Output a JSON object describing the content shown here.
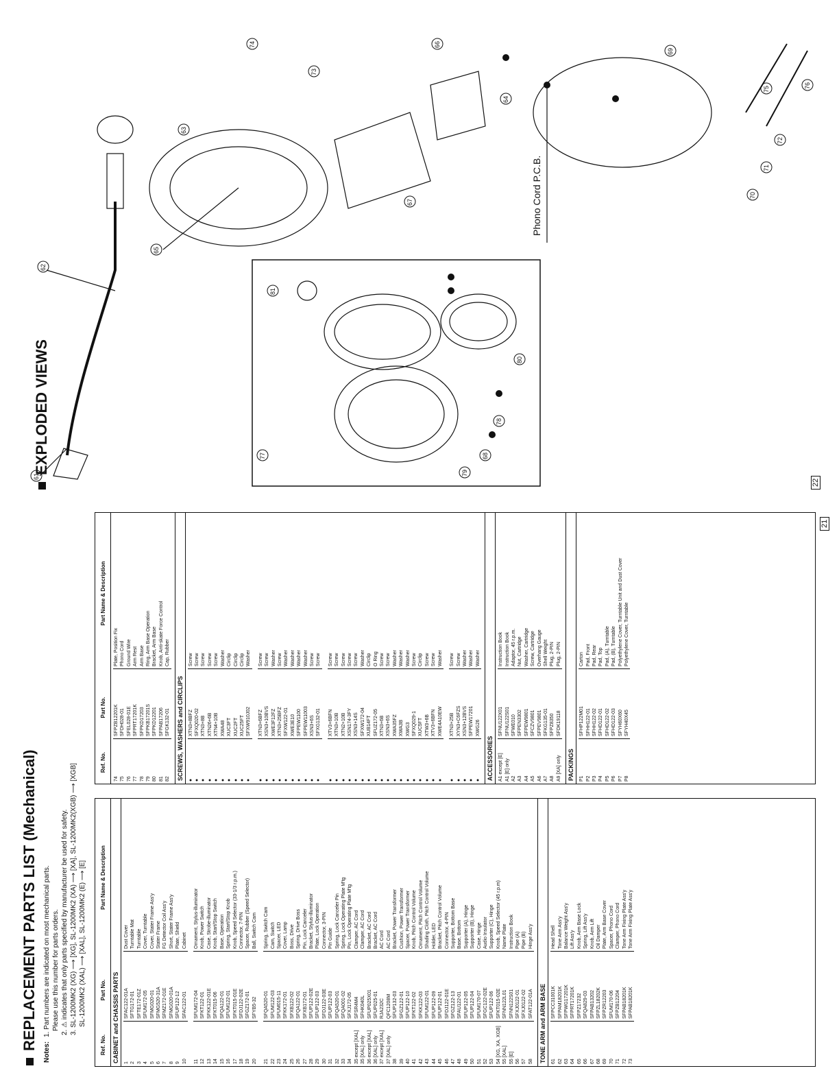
{
  "parts_list": {
    "title": "REPLACEMENT PARTS LIST (Mechanical)",
    "notes": {
      "label": "Notes:",
      "n1": "1. Part numbers are indicated on most mechanical parts.",
      "n1b": "Please use this number for parts orders.",
      "n2": "2. ⚠ indicates that only parts specified by manufacturer be used for safety.",
      "n3a": "3. SL-1200MK2 (XG) ⟶ [XG],   SL-1200MK2 (XA) ⟶ [XA],   SL-1200MK2(XGB) ⟶ [XGB]",
      "n3b": "SL-1200MK2 (XAL) ⟶ [XAL],   SL-1200MK2 (E) ⟶ [E]"
    },
    "headers": {
      "ref": "Ref. No.",
      "part": "Part No.",
      "desc": "Part Name & Description"
    },
    "table1": {
      "section1": "CABINET and CHASSIS PARTS",
      "rows1": [
        [
          "1",
          "SFAC122-01A",
          "Dust Cover"
        ],
        [
          "2",
          "SFTG172-01",
          "Turntable Mat"
        ],
        [
          "3",
          "SFTE172-01Z",
          "Turntable"
        ],
        [
          "4",
          "SFUM172-05",
          "Cover, Turntable"
        ],
        [
          "5",
          "SFMG020-01",
          "Cover, Stater Frame Ass'y"
        ],
        [
          "6",
          "SFMG520-31A",
          "Stater Frame"
        ],
        [
          "7",
          "SFMZ172-01E",
          "FG Detector Coil Ass'y"
        ],
        [
          "8",
          "SFMG020-01A",
          "Short, Stater Frame Ass'y"
        ],
        [
          "9",
          "SFUP122-12",
          "Plate, Shield"
        ],
        [
          "10",
          "SFAC122-01",
          "Cabinet"
        ]
      ],
      "rows2": [
        [
          "11",
          "SFUM172-04",
          "Ornament, Stylus-illuminator"
        ],
        [
          "12",
          "SFKT122-01",
          "Knob, Power Switch"
        ],
        [
          "13",
          "SFKK122-01E",
          "Case, Strobe-illuminator"
        ],
        [
          "14",
          "SFKT015-06",
          "Knob, Start/Stop Switch"
        ],
        [
          "15",
          "SFQA122-01",
          "Base, Operation"
        ],
        [
          "16",
          "SFUM122-01",
          "Spring, Start/Stop Knob"
        ],
        [
          "17",
          "SFKT015-01E",
          "Knob, Speed Selector (33-1/3 r.p.m.)"
        ],
        [
          "18",
          "SFDJ122-02E",
          "Connector, 7-PIN"
        ],
        [
          "19",
          "SFGZ172-01",
          "Spacer, Rubber (Speed Selector)"
        ],
        [
          "20",
          "SFYB5-32",
          "Ball, Switch Cam"
        ]
      ],
      "rows3": [
        [
          "21",
          "SFQA520-01",
          "Spring, Switch Cam"
        ],
        [
          "22",
          "SFUM122-03",
          "Cam, Switch"
        ],
        [
          "23",
          "SFUM015-11",
          "Spacer, LED"
        ],
        [
          "24",
          "SFKK172-01",
          "Cover, Lamp"
        ],
        [
          "25",
          "SFXB122-02",
          "Boss, Drive"
        ],
        [
          "26",
          "SFQA122-01",
          "Spring, Drive Boss"
        ],
        [
          "27",
          "SFXB172-01",
          "Pin, Lock Canceler"
        ],
        [
          "28",
          "SFUP122-02E",
          "Bracket, Stylus-illuminator"
        ],
        [
          "29",
          "SFUP122-03",
          "Plate, Lock Operation"
        ],
        [
          "30",
          "SFDJ122-03E",
          "Connector, 3-PIN"
        ],
        [
          "31",
          "SFUP122-03",
          "Pin Guide"
        ],
        [
          "32",
          "SFQA520-01",
          "Spring, Lock Canceler Pin"
        ],
        [
          "33",
          "SFQA001-02",
          "Spring, Lock Operating Plate M'tg"
        ],
        [
          "34",
          "SFXJ172-05",
          "Pin, Lock Operating Plate M'tg"
        ],
        [
          "35 except [XAL]",
          "SFSR4M4",
          "Clamper, AC Cord"
        ],
        [
          "35 [XAL] only",
          "SFHK040L",
          "Clamper, AC Cord"
        ],
        [
          "36 except [XAL]",
          "SFUP025X01",
          "Bracket, AC Cord"
        ],
        [
          "36 [XAL] only",
          "SFUP025-01",
          "Bracket, AC Cord"
        ],
        [
          "37 except [XAL]",
          "RJA232C",
          "AC Cord"
        ],
        [
          "37 [XAL] only",
          "QFC1208M",
          "AC Cord"
        ],
        [
          "38",
          "SFUP132-03",
          "Bracket, Power Transformer"
        ],
        [
          "39",
          "SFGZ122-01",
          "Cushion, Power Transformer"
        ],
        [
          "40",
          "SFUP122-10",
          "Spacer, Power Transformer"
        ],
        [
          "41",
          "SFKT122-02",
          "Knob, Pitch Control Volume"
        ],
        [
          "42",
          "SFKK122-03",
          "Ornament, Pitch Control Volume"
        ],
        [
          "43",
          "SFUM122-01",
          "Shading Cloth, Pitch Control Volume"
        ],
        [
          "44",
          "SFUP122-09",
          "Holder, LED"
        ],
        [
          "45",
          "SFUP122-01",
          "Bracket, Pitch Control Volume"
        ],
        [
          "46",
          "SFDJ122-01E",
          "Connector, 4-PIN"
        ],
        [
          "47",
          "SFGZ122-13",
          "Supporter, Bottom Base"
        ],
        [
          "48",
          "SFAU122-01",
          "Base, Bottom"
        ],
        [
          "49",
          "SFUP122-05",
          "Supporter (A), Hinge"
        ],
        [
          "50",
          "SFUP122-04",
          "Supporter (B), Hinge"
        ],
        [
          "51",
          "SFUM170-07",
          "Case, Hinge"
        ],
        [
          "52",
          "SFGC122-02E",
          "Audio Insulator"
        ],
        [
          "53",
          "SFUP122-06",
          "Supporter (C), Hinge"
        ],
        [
          "54 [XG, XA, XGB]",
          "SFKT015-02E",
          "Knob, Speed Selector (45 r.p.m)"
        ],
        [
          "55 [XAL]",
          "SFNN122L01",
          "Name Plate"
        ],
        [
          "55 [E]",
          "SFNN122S01",
          "Instruction Book"
        ],
        [
          "56",
          "SFXJ0122-01",
          "Pipe (A)"
        ],
        [
          "57",
          "SFXJ0122-02",
          "Pipe (B)"
        ],
        [
          "58",
          "SFAT122-01A",
          "Hinge Ass'y"
        ]
      ],
      "section2": "TONE ARM and ARM BASE",
      "rows4": [
        [
          "61",
          "SFPCC31001K",
          "Head Shell"
        ],
        [
          "62",
          "SFPAM18201K",
          "Tone Arm Ass'y"
        ],
        [
          "63",
          "SFPWG17201K",
          "Balance Weight Ass'y"
        ],
        [
          "64",
          "SFPRT17201K",
          "Lift Ass'y"
        ],
        [
          "65",
          "SFPZ17232",
          "Knob, Arm Base Lock"
        ],
        [
          "66",
          "SFQA829-03",
          "Spring, Lift Ass'y"
        ],
        [
          "67",
          "SFPAB13202",
          "Knob, Arm Lift"
        ],
        [
          "68",
          "SFPZL18202K",
          "Oil Damper"
        ],
        [
          "69",
          "SFPZR12203",
          "Plate, Arm Base Cover"
        ],
        [
          "70",
          "SFUM170-06",
          "Spacer, Phono Cord"
        ],
        [
          "71",
          "SFPZB12204",
          "Clamper, Phono Cord"
        ],
        [
          "72",
          "SFPAB18201K",
          "Tone Arm Fixing Plate Ass'y"
        ],
        [
          "73",
          "SFPAB18201K",
          "Tone Arm Fixing Plate Ass'y"
        ]
      ]
    },
    "table2": {
      "rows1": [
        [
          "74",
          "SFPZB12201K",
          "Plate, Position Fix"
        ],
        [
          "75",
          "SFDH028-01",
          "Phono Cord"
        ],
        [
          "76",
          "SFEL028-01E",
          "Ground Wire"
        ],
        [
          "77",
          "SFPRT17201K",
          "Arm Rest"
        ],
        [
          "78",
          "SFPKD17203",
          "Arm Base"
        ],
        [
          "79",
          "SFPKB17201S",
          "Ring, Arm Base Operation"
        ],
        [
          "80",
          "SFPKD12201",
          "Bracket, Arm Base"
        ],
        [
          "81",
          "SFPAB17206",
          "Knob, Anti-skate Force Control"
        ],
        [
          "82",
          "SFGK132-01",
          "Cap, Rubber"
        ]
      ],
      "section1": "SCREWS, WASHERS and CIRCLIPS",
      "rows2": [
        [
          "●",
          "XTN3+8BFZ",
          "Screw"
        ],
        [
          "●",
          "SFXQ020-02",
          "Screw"
        ],
        [
          "●",
          "XTN3+8B",
          "Screw"
        ],
        [
          "●",
          "XTN26+6B",
          "Screw"
        ],
        [
          "●",
          "XTN4+10B",
          "Screw"
        ],
        [
          "●",
          "XWA48",
          "Washer"
        ],
        [
          "●",
          "XUC3FT",
          "Circlip"
        ],
        [
          "●",
          "XUC2FT",
          "Circlip"
        ],
        [
          "●",
          "XUC25FT",
          "Circlip"
        ],
        [
          "●",
          "SFXW910J02",
          "Washer"
        ]
      ],
      "rows3": [
        [
          "●",
          "XTN3+6BFZ",
          "Screw"
        ],
        [
          "●",
          "XSN3+10BVS",
          "Screw"
        ],
        [
          "●",
          "XWE3F12FZ",
          "Washer"
        ],
        [
          "●",
          "XTN3+25BFZ",
          "Screw"
        ],
        [
          "●",
          "SFXW122-01",
          "Washer"
        ],
        [
          "●",
          "XWE3E10",
          "Washer"
        ],
        [
          "●",
          "SFPEW1100",
          "Washer"
        ],
        [
          "●",
          "SFPEW11003",
          "Washer"
        ],
        [
          "●",
          "XSN3+6S",
          "Screw"
        ],
        [
          "●",
          "SFXG132-01",
          "Screw"
        ]
      ],
      "rows4": [
        [
          "●",
          "XTV3+6BFN",
          "Screw"
        ],
        [
          "●",
          "XTN3+10B",
          "Screw"
        ],
        [
          "●",
          "XTN2+10B",
          "Screw"
        ],
        [
          "●",
          "XSN174-3FY",
          "Screw"
        ],
        [
          "●",
          "XSN3+14S",
          "Screw"
        ],
        [
          "●",
          "SFXW172-04",
          "Washer"
        ],
        [
          "●",
          "XUB14FT",
          "Circlip"
        ],
        [
          "●",
          "SFUZ172-05",
          "O Ring"
        ],
        [
          "●",
          "XTN3+6B",
          "Screw"
        ],
        [
          "●",
          "XSN3+6S",
          "Screw"
        ],
        [
          "●",
          "XWA35FZ",
          "Washer"
        ],
        [
          "●",
          "XWA3B",
          "Washer"
        ],
        [
          "●",
          "XWG3",
          "Washer"
        ],
        [
          "●",
          "SFXQ029-1",
          "Screw"
        ],
        [
          "●",
          "XUC5FT",
          "Circlip"
        ],
        [
          "●",
          "XTW3+6B",
          "Screw"
        ],
        [
          "●",
          "XTV3+6BFN",
          "Screw"
        ],
        [
          "●",
          "XWE4A10EW",
          "Washer"
        ]
      ],
      "rows5": [
        [
          "●",
          "XTN3+25B",
          "Screw"
        ],
        [
          "●",
          "XYN3+C6FZS",
          "Screw"
        ],
        [
          "●",
          "XSN3+12BVS",
          "Washer"
        ],
        [
          "●",
          "SFPEW17201",
          "Washer"
        ],
        [
          "●",
          "XWG26",
          "Washer"
        ]
      ],
      "section2": "ACCESSORIES",
      "rows6": [
        [
          "A1 except [E]",
          "SFNU122X01",
          "Instruction Book"
        ],
        [
          "A1 [E] only",
          "SFNU122S01",
          "Instruction Book"
        ],
        [
          "A2",
          "SFWE010",
          "Adaptor, 45 r.p.m."
        ],
        [
          "A3",
          "SFPEN3302",
          "Nut, Cartridge"
        ],
        [
          "A4",
          "SFPEW9801",
          "Washer, Cartridge"
        ],
        [
          "A5",
          "SFCZV9801",
          "Screw, Cartridge"
        ],
        [
          "A6",
          "SFPEV9801",
          "Overhang Gauge"
        ],
        [
          "A7",
          "SFKG135-01",
          "Shell Weight"
        ],
        [
          "A8",
          "SFPZ8350",
          "Plug, 2-PIN"
        ],
        [
          "A9 [XA] only",
          "SFDK19118",
          "Plug, 2-PIN"
        ]
      ],
      "section3": "PACKINGS",
      "rows7": [
        [
          "P1",
          "SFHP122M01",
          "Carton"
        ],
        [
          "P2",
          "SFHH122-01",
          "Pad, Front"
        ],
        [
          "P3",
          "SFHH122-02",
          "Pad, Rear"
        ],
        [
          "P4",
          "SFHD122-01",
          "Pad, Top"
        ],
        [
          "P5",
          "SFHD122-02",
          "Pad, (A), Turntable"
        ],
        [
          "P6",
          "SFHD122-03",
          "Pad, (B), Turntable"
        ],
        [
          "P7",
          "SFYH60X60",
          "Polyethylene Cover, Turntable Unit and Dust Cover"
        ],
        [
          "P8",
          "SFYH40X45",
          "Polyethylene Cover, Turntable"
        ]
      ]
    },
    "page_number": "21"
  },
  "exploded": {
    "title": "EXPLODED VIEWS",
    "phono_label": "Phono Cord P.C.B.",
    "callouts": [
      "61",
      "62",
      "63",
      "64",
      "65",
      "66",
      "67",
      "68",
      "69",
      "70",
      "71",
      "72",
      "73",
      "74",
      "75",
      "76",
      "77",
      "78",
      "79",
      "80",
      "81"
    ],
    "page_number": "22"
  }
}
